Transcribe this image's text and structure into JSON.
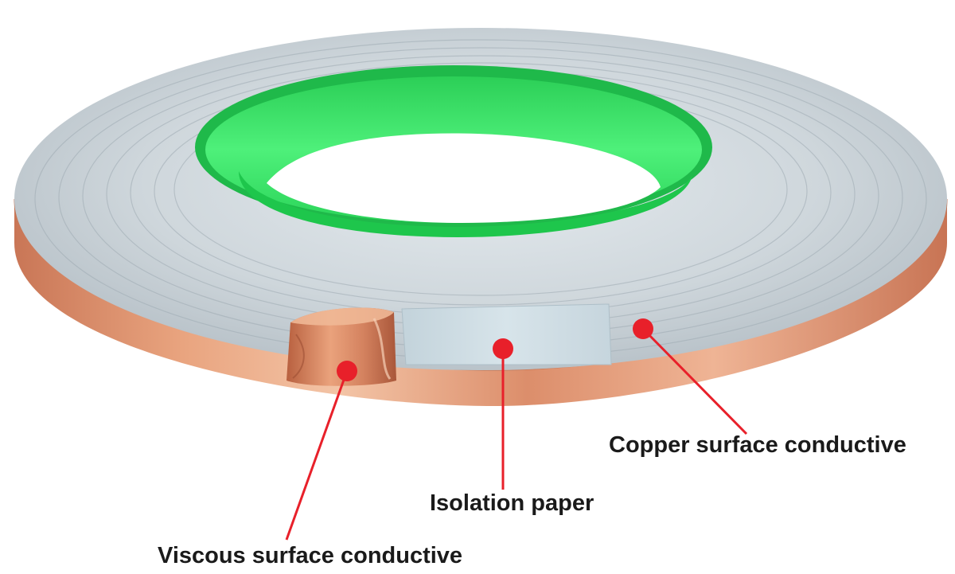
{
  "labels": {
    "copper": "Copper surface conductive",
    "isolation": "Isolation paper",
    "viscous": "Viscous surface conductive"
  },
  "colors": {
    "copper": "#d9896a",
    "copper_light": "#f2c3a8",
    "copper_dark": "#b5654a",
    "silver": "#c9d2d8",
    "silver_dark": "#a9b3ba",
    "core_green": "#3ee36a",
    "core_green_dark": "#1fb94a",
    "isolation_paper": "#cfdde4",
    "marker": "#e8202a",
    "leader_line": "#e8202a"
  },
  "icons": {
    "marker": "red-dot-icon"
  }
}
